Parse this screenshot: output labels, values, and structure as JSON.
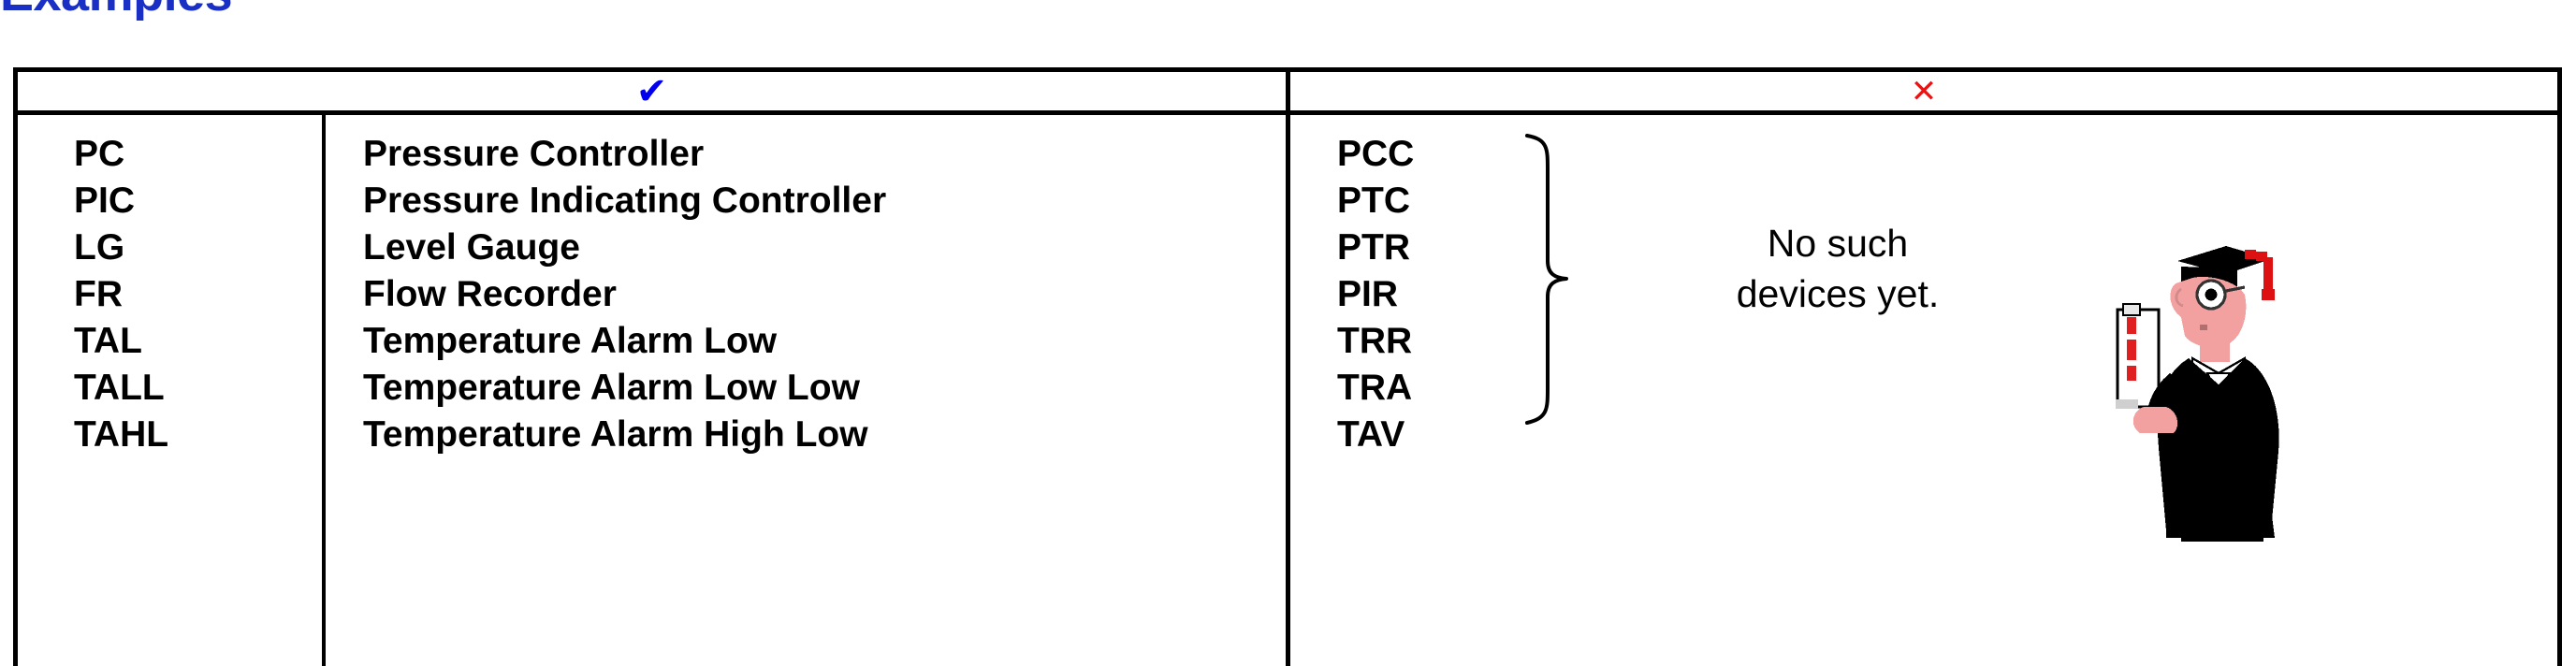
{
  "page": {
    "title": "Examples"
  },
  "table": {
    "header": {
      "valid_icon": "check-mark",
      "valid_symbol": "✔",
      "invalid_icon": "cross-mark",
      "invalid_symbol": "✕",
      "valid_color": "#0000ee",
      "invalid_color": "#ee1111"
    },
    "valid_rows": [
      {
        "abbr": "PC",
        "desc": "Pressure Controller"
      },
      {
        "abbr": "PIC",
        "desc": "Pressure Indicating Controller"
      },
      {
        "abbr": "LG",
        "desc": "Level Gauge"
      },
      {
        "abbr": "FR",
        "desc": "Flow Recorder"
      },
      {
        "abbr": "TAL",
        "desc": "Temperature Alarm Low"
      },
      {
        "abbr": "TALL",
        "desc": "Temperature Alarm Low Low"
      },
      {
        "abbr": "TAHL",
        "desc": "Temperature Alarm High Low"
      }
    ],
    "invalid_rows": [
      {
        "abbr": "PCC"
      },
      {
        "abbr": "PTC"
      },
      {
        "abbr": "PTR"
      },
      {
        "abbr": "PIR"
      },
      {
        "abbr": "TRR"
      },
      {
        "abbr": "TRA"
      },
      {
        "abbr": "TAV"
      }
    ],
    "invalid_note": "No such devices yet.",
    "invalid_note_line1": "No such",
    "invalid_note_line2": "devices yet.",
    "brace": "right-curly-brace",
    "illustration": "graduate-clipart"
  }
}
